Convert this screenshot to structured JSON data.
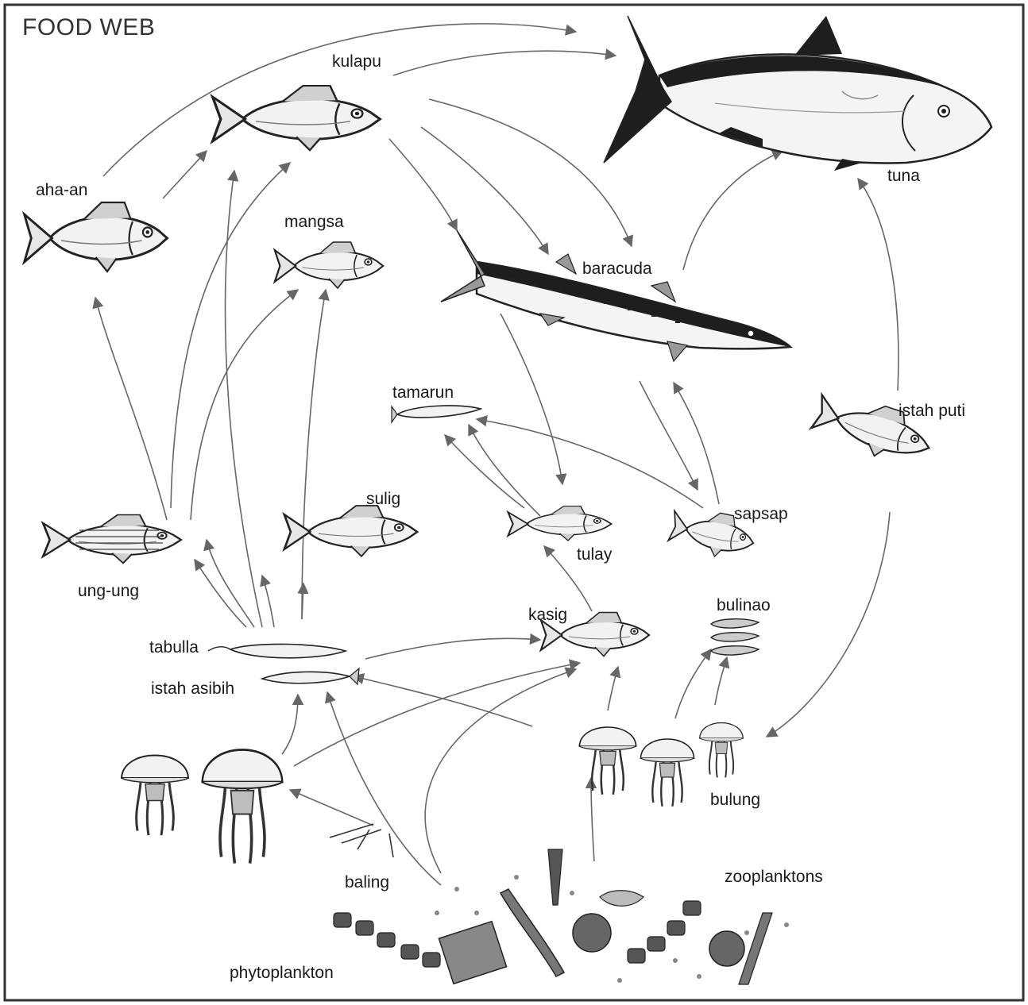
{
  "title": "FOOD WEB",
  "organisms": {
    "tuna": "tuna",
    "kulapu": "kulapu",
    "aha_an": "aha-an",
    "mangsa": "mangsa",
    "baracuda": "baracuda",
    "tamarun": "tamarun",
    "istah_puti": "istah puti",
    "sulig": "sulig",
    "sapsap": "sapsap",
    "tulay": "tulay",
    "ung_ung": "ung-ung",
    "kasig": "kasig",
    "bulinao": "bulinao",
    "tabulla": "tabulla",
    "istah_asibih": "istah asibih",
    "bulung": "bulung",
    "baling": "baling",
    "zooplanktons": "zooplanktons",
    "phytoplankton": "phytoplankton"
  },
  "icons": {
    "fish": "fish-icon",
    "jellyfish": "jellyfish-icon",
    "plankton": "plankton-icon",
    "shrimp": "shrimp-icon"
  },
  "colors": {
    "border": "#333333",
    "arrow": "#666666",
    "ink": "#1a1a1a",
    "fill_light": "#f2f2f2",
    "fill_mid": "#c8c8c8",
    "fill_dark": "#222222"
  }
}
